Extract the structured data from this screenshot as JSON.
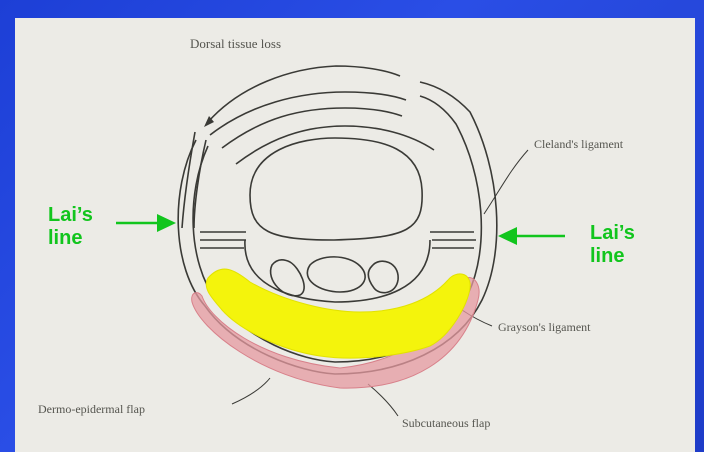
{
  "diagram": {
    "labels": {
      "dorsal": "Dorsal tissue loss",
      "cleland": "Cleland's ligament",
      "grayson": "Grayson's ligament",
      "dermo": "Dermo-epidermal flap",
      "subcut": "Subcutaneous flap"
    },
    "lai_left": "Lai’s\nline",
    "lai_right": "Lai’s\nline"
  },
  "colors": {
    "background": "#2444dd",
    "panel": "#ecebe6",
    "ink": "#3a3a36",
    "highlight_yellow": "#f2f20a",
    "highlight_pink": "#e59aa0",
    "arrow_green": "#11c51d"
  }
}
